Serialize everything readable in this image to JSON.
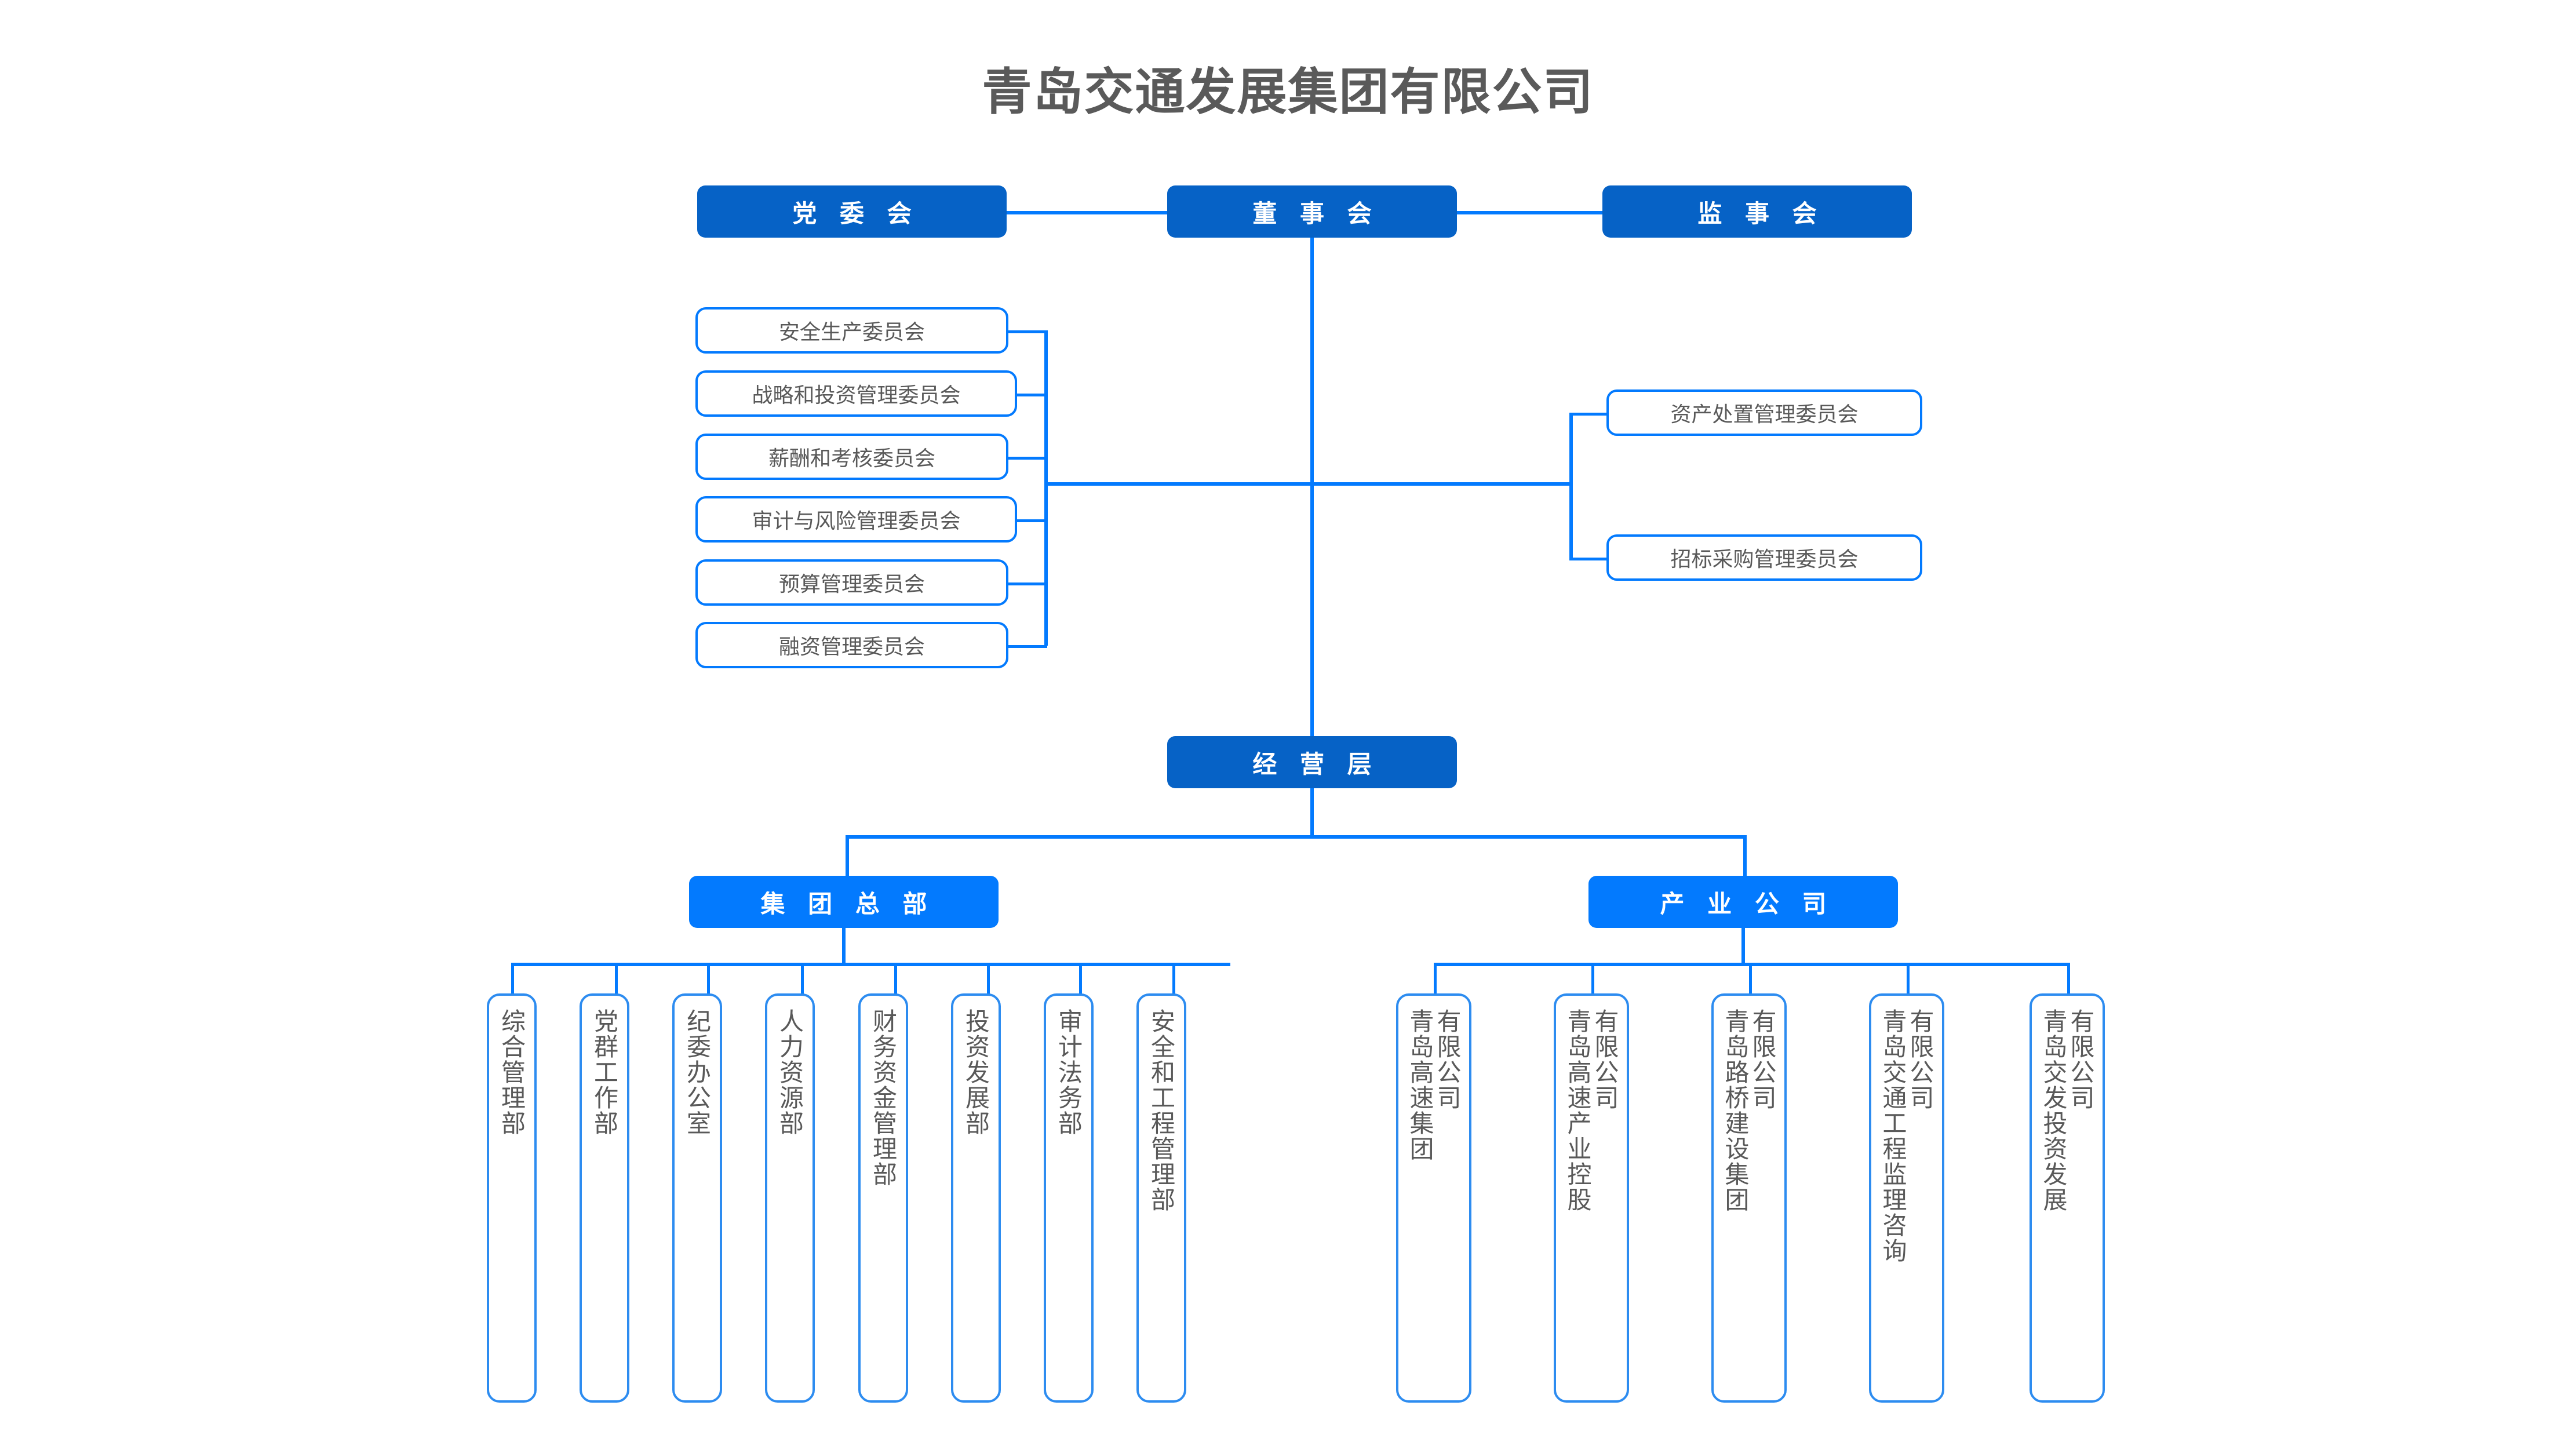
{
  "title": "青岛交通发展集团有限公司",
  "colors": {
    "header_dark": "#0662C6",
    "header_bright": "#037AFE",
    "line": "#037AFE",
    "box_border": "#2D8CF0",
    "text_gray": "#595959",
    "title_gray": "#5A5A5A",
    "background": "#FFFFFF"
  },
  "governance": {
    "party_committee": "党 委 会",
    "board_of_directors": "董 事 会",
    "board_of_supervisors": "监 事 会"
  },
  "management_layer": "经 营 层",
  "divisions": {
    "group_headquarters": "集 团 总 部",
    "industry_companies": "产 业 公 司"
  },
  "left_committees": [
    {
      "label": "安全生产委员会"
    },
    {
      "label": "战略和投资管理委员会"
    },
    {
      "label": "薪酬和考核委员会"
    },
    {
      "label": "审计与风险管理委员会"
    },
    {
      "label": "预算管理委员会"
    },
    {
      "label": "融资管理委员会"
    }
  ],
  "right_committees": [
    {
      "label": "资产处置管理委员会"
    },
    {
      "label": "招标采购管理委员会"
    }
  ],
  "departments": [
    {
      "label": "综合管理部"
    },
    {
      "label": "党群工作部"
    },
    {
      "label": "纪委办公室"
    },
    {
      "label": "人力资源部"
    },
    {
      "label": "财务资金管理部"
    },
    {
      "label": "投资发展部"
    },
    {
      "label": "审计法务部"
    },
    {
      "label": "安全和工程管理部"
    }
  ],
  "subsidiaries": [
    {
      "name_main": "青岛高速集团",
      "name_suffix": "有限公司",
      "full": "青岛高速集团有限公司"
    },
    {
      "name_main": "青岛高速产业控股",
      "name_suffix": "有限公司",
      "full": "青岛高速产业控股有限公司"
    },
    {
      "name_main": "青岛路桥建设集团",
      "name_suffix": "有限公司",
      "full": "青岛路桥建设集团有限公司"
    },
    {
      "name_main": "青岛交通工程监理咨询",
      "name_suffix": "有限公司",
      "full": "青岛交通工程监理咨询有限公司"
    },
    {
      "name_main": "青岛交发投资发展",
      "name_suffix": "有限公司",
      "full": "青岛交发投资发展有限公司"
    }
  ]
}
